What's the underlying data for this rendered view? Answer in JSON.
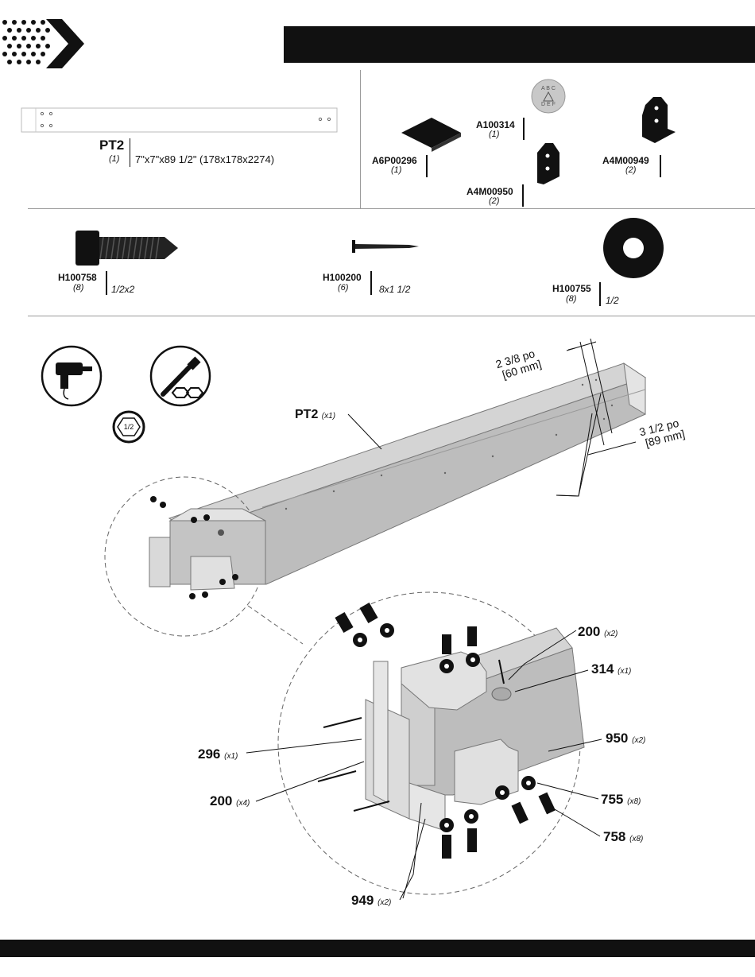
{
  "parts": {
    "post": {
      "code": "PT2",
      "qty": "(1)",
      "size": "7\"x7\"x89 1/2\" (178x178x2274)"
    },
    "bracket_cap": {
      "code": "A6P00296",
      "qty": "(1)"
    },
    "tag": {
      "code": "A100314",
      "qty": "(1)",
      "tag_letters": "ABC DEF"
    },
    "bracket_950": {
      "code": "A4M00950",
      "qty": "(2)"
    },
    "bracket_949": {
      "code": "A4M00949",
      "qty": "(2)"
    }
  },
  "hardware": {
    "bolt": {
      "code": "H100758",
      "qty": "(8)",
      "size": "1/2x2"
    },
    "screw": {
      "code": "H100200",
      "qty": "(6)",
      "size": "8x1 1/2"
    },
    "washer": {
      "code": "H100755",
      "qty": "(8)",
      "size": "1/2"
    }
  },
  "tools": {
    "socket_label": "1/2"
  },
  "diagram": {
    "post_label": "PT2",
    "post_qty": "(x1)",
    "dim1_line1": "2 3/8 po",
    "dim1_line2": "[60 mm]",
    "dim2_line1": "3 1/2 po",
    "dim2_line2": "[89 mm]",
    "callouts": [
      {
        "num": "200",
        "qty": "(x2)"
      },
      {
        "num": "314",
        "qty": "(x1)"
      },
      {
        "num": "950",
        "qty": "(x2)"
      },
      {
        "num": "296",
        "qty": "(x1)"
      },
      {
        "num": "200",
        "qty": "(x4)"
      },
      {
        "num": "755",
        "qty": "(x8)"
      },
      {
        "num": "758",
        "qty": "(x8)"
      },
      {
        "num": "949",
        "qty": "(x2)"
      }
    ]
  }
}
